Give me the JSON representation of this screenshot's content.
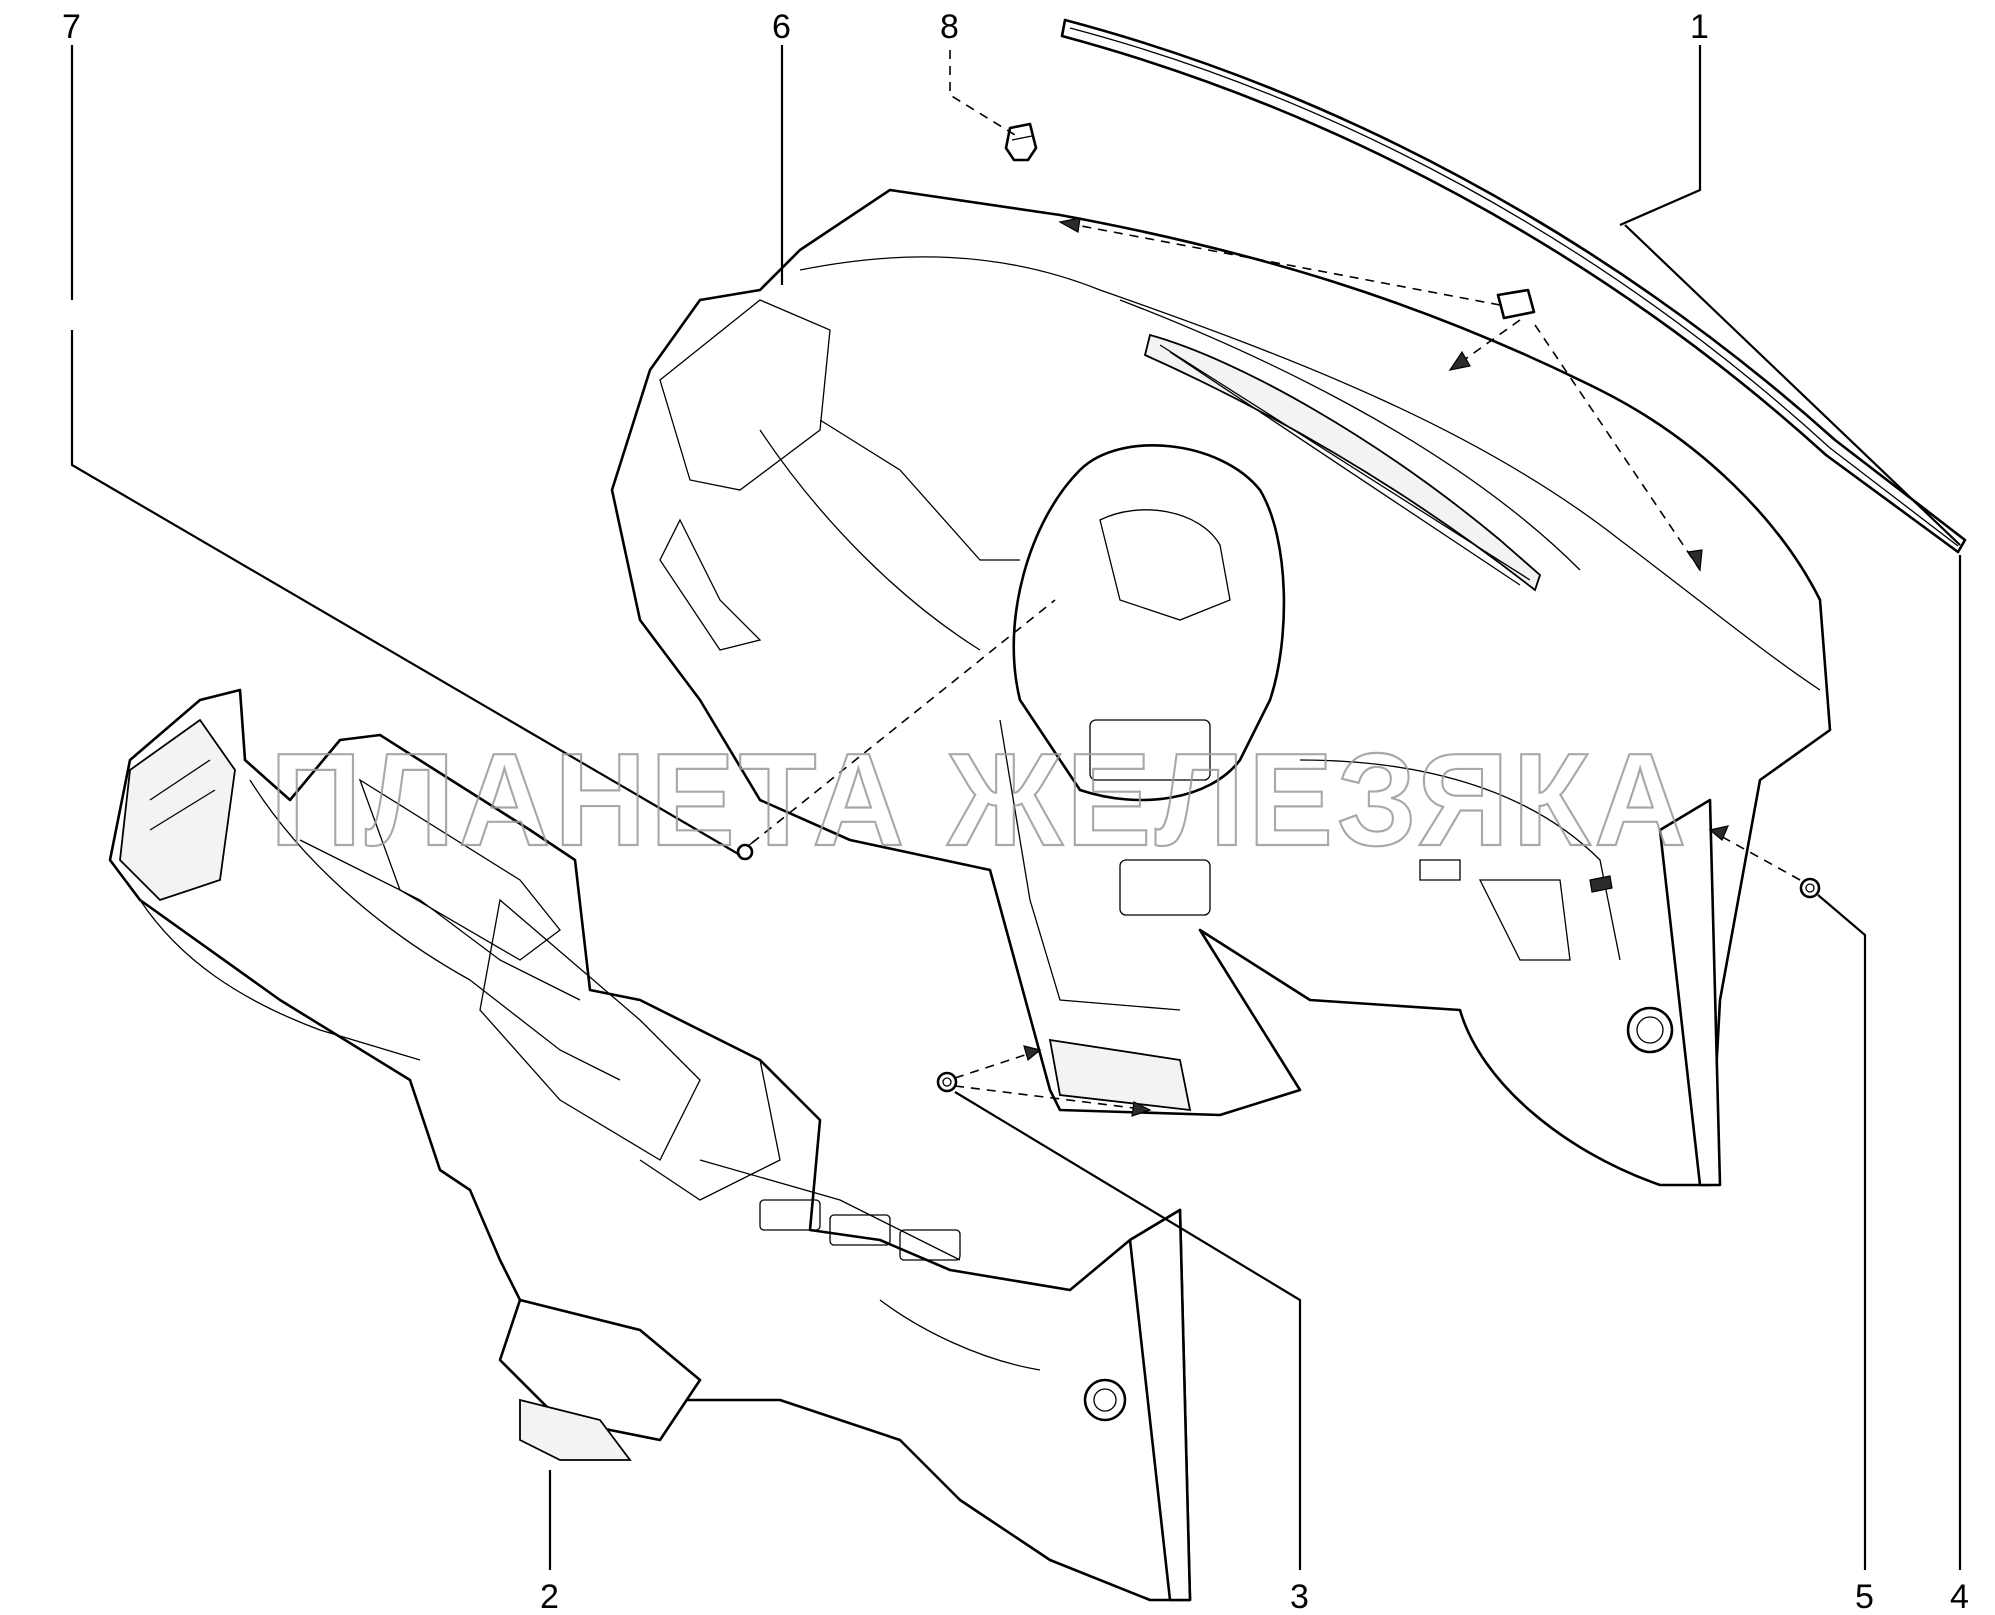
{
  "diagram": {
    "watermark_text": "ПЛАНЕТА ЖЕЛЕЗЯКА",
    "callouts": [
      {
        "id": "1",
        "label": "1"
      },
      {
        "id": "2",
        "label": "2"
      },
      {
        "id": "3",
        "label": "3"
      },
      {
        "id": "4",
        "label": "4"
      },
      {
        "id": "5",
        "label": "5"
      },
      {
        "id": "6",
        "label": "6"
      },
      {
        "id": "7",
        "label": "7"
      },
      {
        "id": "8",
        "label": "8"
      }
    ]
  }
}
